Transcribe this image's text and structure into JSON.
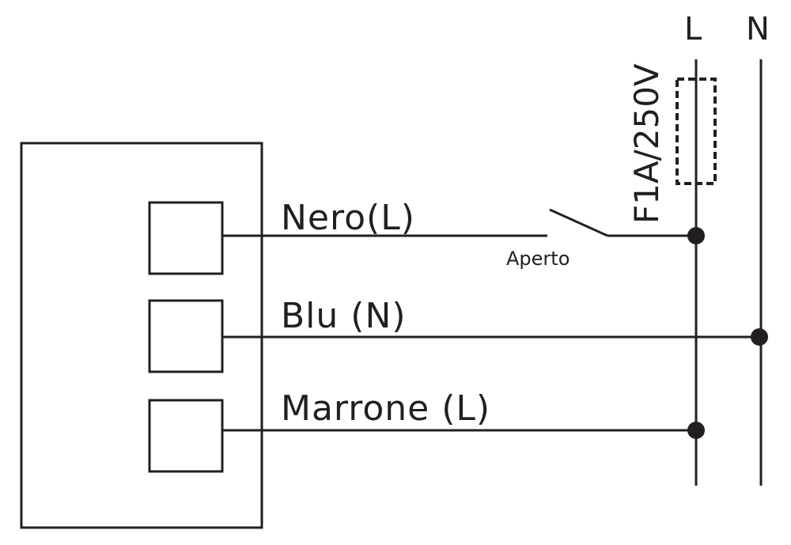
{
  "wires": {
    "nero": "Nero(L)",
    "blu": "Blu (N)",
    "marrone": "Marrone (L)"
  },
  "switch": {
    "state": "Aperto"
  },
  "fuse": {
    "rating": "F1A/250V"
  },
  "bus": {
    "line": "L",
    "neutral": "N"
  },
  "colors": {
    "ink": "#231f20"
  }
}
